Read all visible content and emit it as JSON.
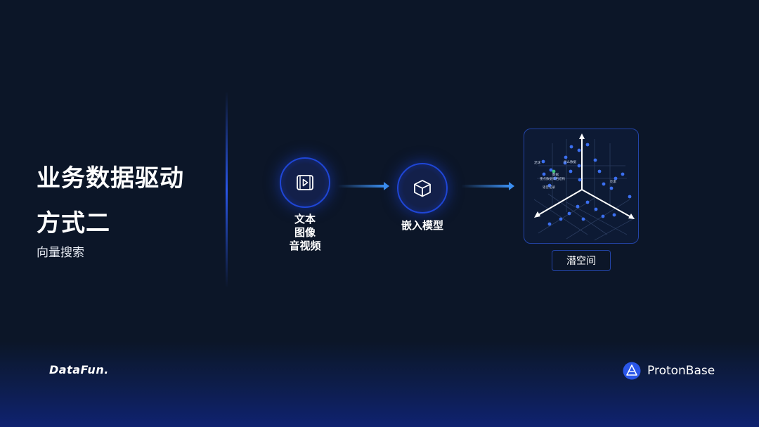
{
  "title_lines": [
    "业务数据驱动",
    "方式二"
  ],
  "subtitle": "向量搜索",
  "flow": {
    "input_label_lines": [
      "文本",
      "图像",
      "音视频"
    ],
    "embed_label": "嵌入模型",
    "latent_label": "潜空间",
    "input_icon": "video-play-icon",
    "embed_icon": "cube-icon"
  },
  "latent_point_labels": [
    "足球",
    "吃素",
    "数据",
    "重点数据归档结构",
    "语音记录",
    "什么数据"
  ],
  "logos": {
    "left": "DataFun.",
    "right": "ProtonBase"
  },
  "colors": {
    "background": "#0c1628",
    "accent": "#2a56e8",
    "point": "#3b6ff0",
    "point_highlight": "#3ec07a"
  }
}
